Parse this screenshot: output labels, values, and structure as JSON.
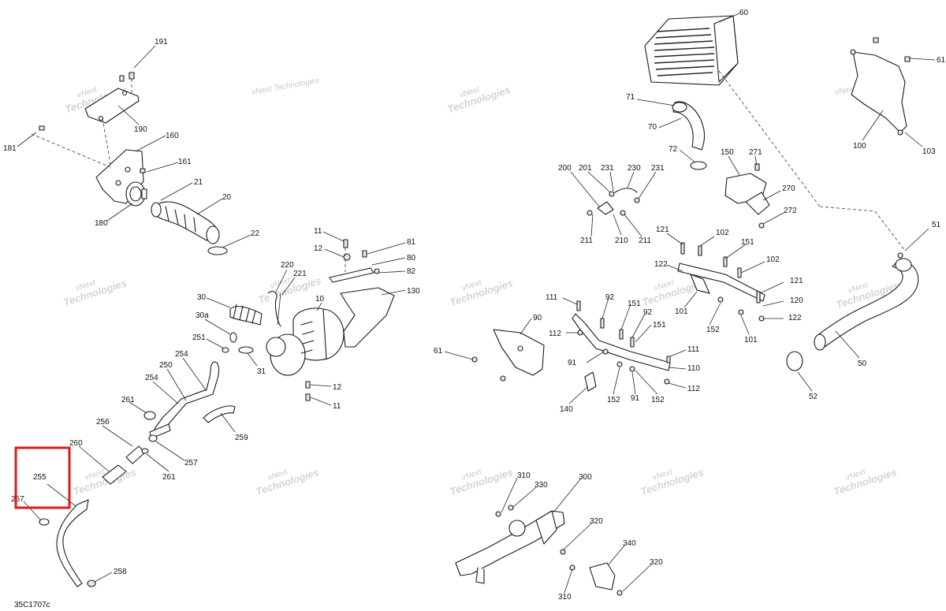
{
  "diagram": {
    "reference_code": "35C1707c",
    "watermark_line1": "vNext",
    "watermark_line2": "Technologies",
    "watermark_line3": "vNext Technologies",
    "highlight_color": "#e0181e",
    "highlighted_callout": "255"
  },
  "callouts": {
    "c191": "191",
    "c190": "190",
    "c181": "181",
    "c160": "160",
    "c161": "161",
    "c180": "180",
    "c21": "21",
    "c20": "20",
    "c22": "22",
    "c11a": "11",
    "c12a": "12",
    "c81": "81",
    "c80": "80",
    "c82": "82",
    "c220": "220",
    "c221": "221",
    "c130": "130",
    "c10": "10",
    "c30": "30",
    "c30a": "30a",
    "c251": "251",
    "c31": "31",
    "c12b": "12",
    "c11b": "11",
    "c254a": "254",
    "c250": "250",
    "c254b": "254",
    "c261a": "261",
    "c259": "259",
    "c256": "256",
    "c257a": "257",
    "c261b": "261",
    "c260": "260",
    "c255": "255",
    "c257b": "257",
    "c258": "258",
    "c60": "60",
    "c71": "71",
    "c70": "70",
    "c72": "72",
    "c61a": "61",
    "c100": "100",
    "c103": "103",
    "c150": "150",
    "c271": "271",
    "c270": "270",
    "c272": "272",
    "c200": "200",
    "c201": "201",
    "c231a": "231",
    "c230": "230",
    "c231b": "231",
    "c211a": "211",
    "c210": "210",
    "c211b": "211",
    "c121a": "121",
    "c102a": "102",
    "c151a": "151",
    "c122a": "122",
    "c102b": "102",
    "c121b": "121",
    "c101a": "101",
    "c120": "120",
    "c152a": "152",
    "c122b": "122",
    "c101b": "101",
    "c51": "51",
    "c50": "50",
    "c52": "52",
    "c111a": "111",
    "c92a": "92",
    "c151b": "151",
    "c92b": "92",
    "c151c": "151",
    "c90": "90",
    "c112a": "112",
    "c61b": "61",
    "c91a": "91",
    "c111b": "111",
    "c110": "110",
    "c112b": "112",
    "c140": "140",
    "c152b": "152",
    "c91b": "91",
    "c152c": "152",
    "c310a": "310",
    "c330": "330",
    "c300": "300",
    "c320a": "320",
    "c340": "340",
    "c320b": "320",
    "c310b": "310"
  }
}
